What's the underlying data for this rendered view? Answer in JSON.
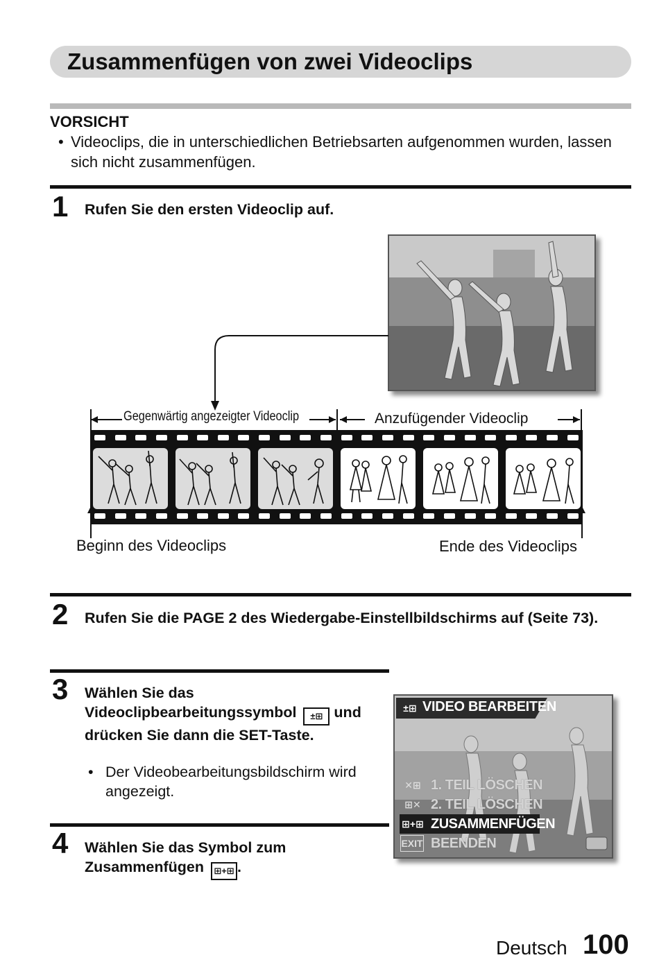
{
  "header": {
    "title": "Zusammenfügen von zwei Videoclips"
  },
  "caution": {
    "heading": "VORSICHT",
    "bullet": "•",
    "text": "Videoclips, die in unterschiedlichen Betriebsarten aufgenommen wurden, lassen sich nicht zusammenfügen."
  },
  "steps": [
    {
      "num": "1",
      "text": "Rufen Sie den ersten Videoclip auf."
    },
    {
      "num": "2",
      "text": "Rufen Sie die PAGE 2 des Wiedergabe-Einstellbildschirms auf (Seite 73)."
    },
    {
      "num": "3",
      "text": "Wählen Sie das Videoclipbearbeitungssymbol",
      "text2": "und drücken Sie dann die SET-Taste.",
      "sub_bullet": "•",
      "sub": "Der Videobearbeitungsbildschirm wird angezeigt."
    },
    {
      "num": "4",
      "text": "Wählen Sie das Symbol zum Zusammenfügen",
      "suffix": "."
    }
  ],
  "diagram": {
    "current_clip": "Gegenwärtig angezeigter Videoclip",
    "appended_clip": "Anzufügender Videoclip",
    "start": "Beginn des Videoclips",
    "end": "Ende des Videoclips"
  },
  "menu": {
    "title": "VIDEO BEARBEITEN",
    "items": [
      {
        "label": "1. TEIL LÖSCHEN",
        "icon": "delete-first-part-icon"
      },
      {
        "label": "2. TEIL LÖSCHEN",
        "icon": "delete-second-part-icon"
      },
      {
        "label": "ZUSAMMENFÜGEN",
        "icon": "join-clips-icon",
        "selected": true
      },
      {
        "label": "BEENDEN",
        "icon": "exit-icon",
        "icon_text": "EXIT"
      }
    ]
  },
  "footer": {
    "language": "Deutsch",
    "page": "100"
  }
}
